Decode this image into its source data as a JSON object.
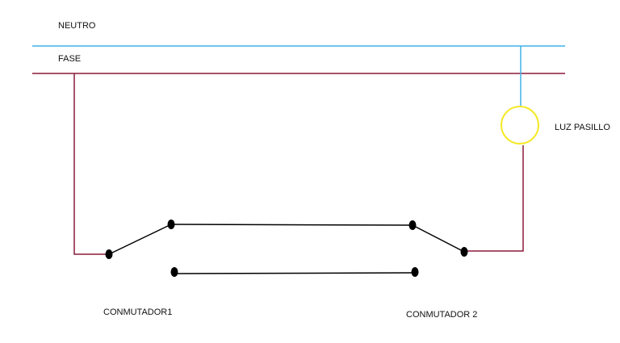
{
  "labels": {
    "neutro": "NEUTRO",
    "fase": "FASE",
    "luz": "LUZ PASILLO",
    "conmutador1": "CONMUTADOR1",
    "conmutador2": "CONMUTADOR 2"
  },
  "colors": {
    "neutro_wire": "#3fb3e6",
    "fase_wire": "#8b1a3a",
    "lamp": "#f5e92a",
    "switch_wire": "#000000",
    "terminal": "#000000",
    "text": "#111111",
    "background": "#ffffff"
  }
}
